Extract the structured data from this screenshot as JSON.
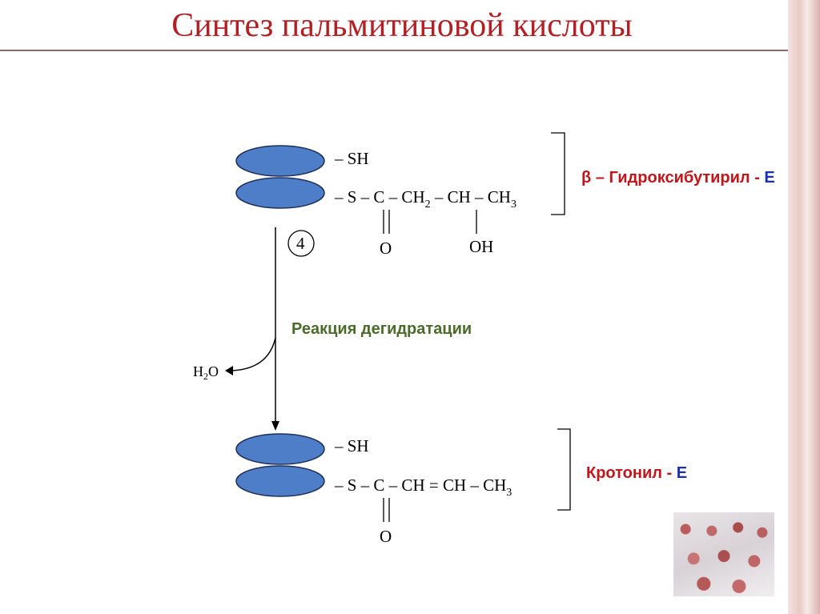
{
  "title": "Синтез пальмитиновой кислоты",
  "top_structure": {
    "sh": "– SH",
    "chain_parts": [
      "– S – C – CH",
      "2",
      " – CH – CH",
      "3"
    ],
    "carbonyl_o": "O",
    "hydroxyl": "OH",
    "name_red": "β – Гидроксибутирил",
    "name_dash": " - ",
    "name_blue": "E"
  },
  "step": {
    "number": "4",
    "reaction": "Реакция дегидратации",
    "byproduct_main": "H",
    "byproduct_sub": "2",
    "byproduct_end": "O"
  },
  "bottom_structure": {
    "sh": "– SH",
    "chain_parts": [
      "– S – C – CH = CH – CH",
      "3"
    ],
    "carbonyl_o": "O",
    "name_red": "Кротонил",
    "name_dash": " - ",
    "name_blue": "E"
  },
  "colors": {
    "title": "#b32024",
    "enzyme_fill": "#4f7ec8",
    "label_red": "#c0161b",
    "label_blue": "#1a2fb0",
    "reaction_green": "#4a6b2a"
  }
}
